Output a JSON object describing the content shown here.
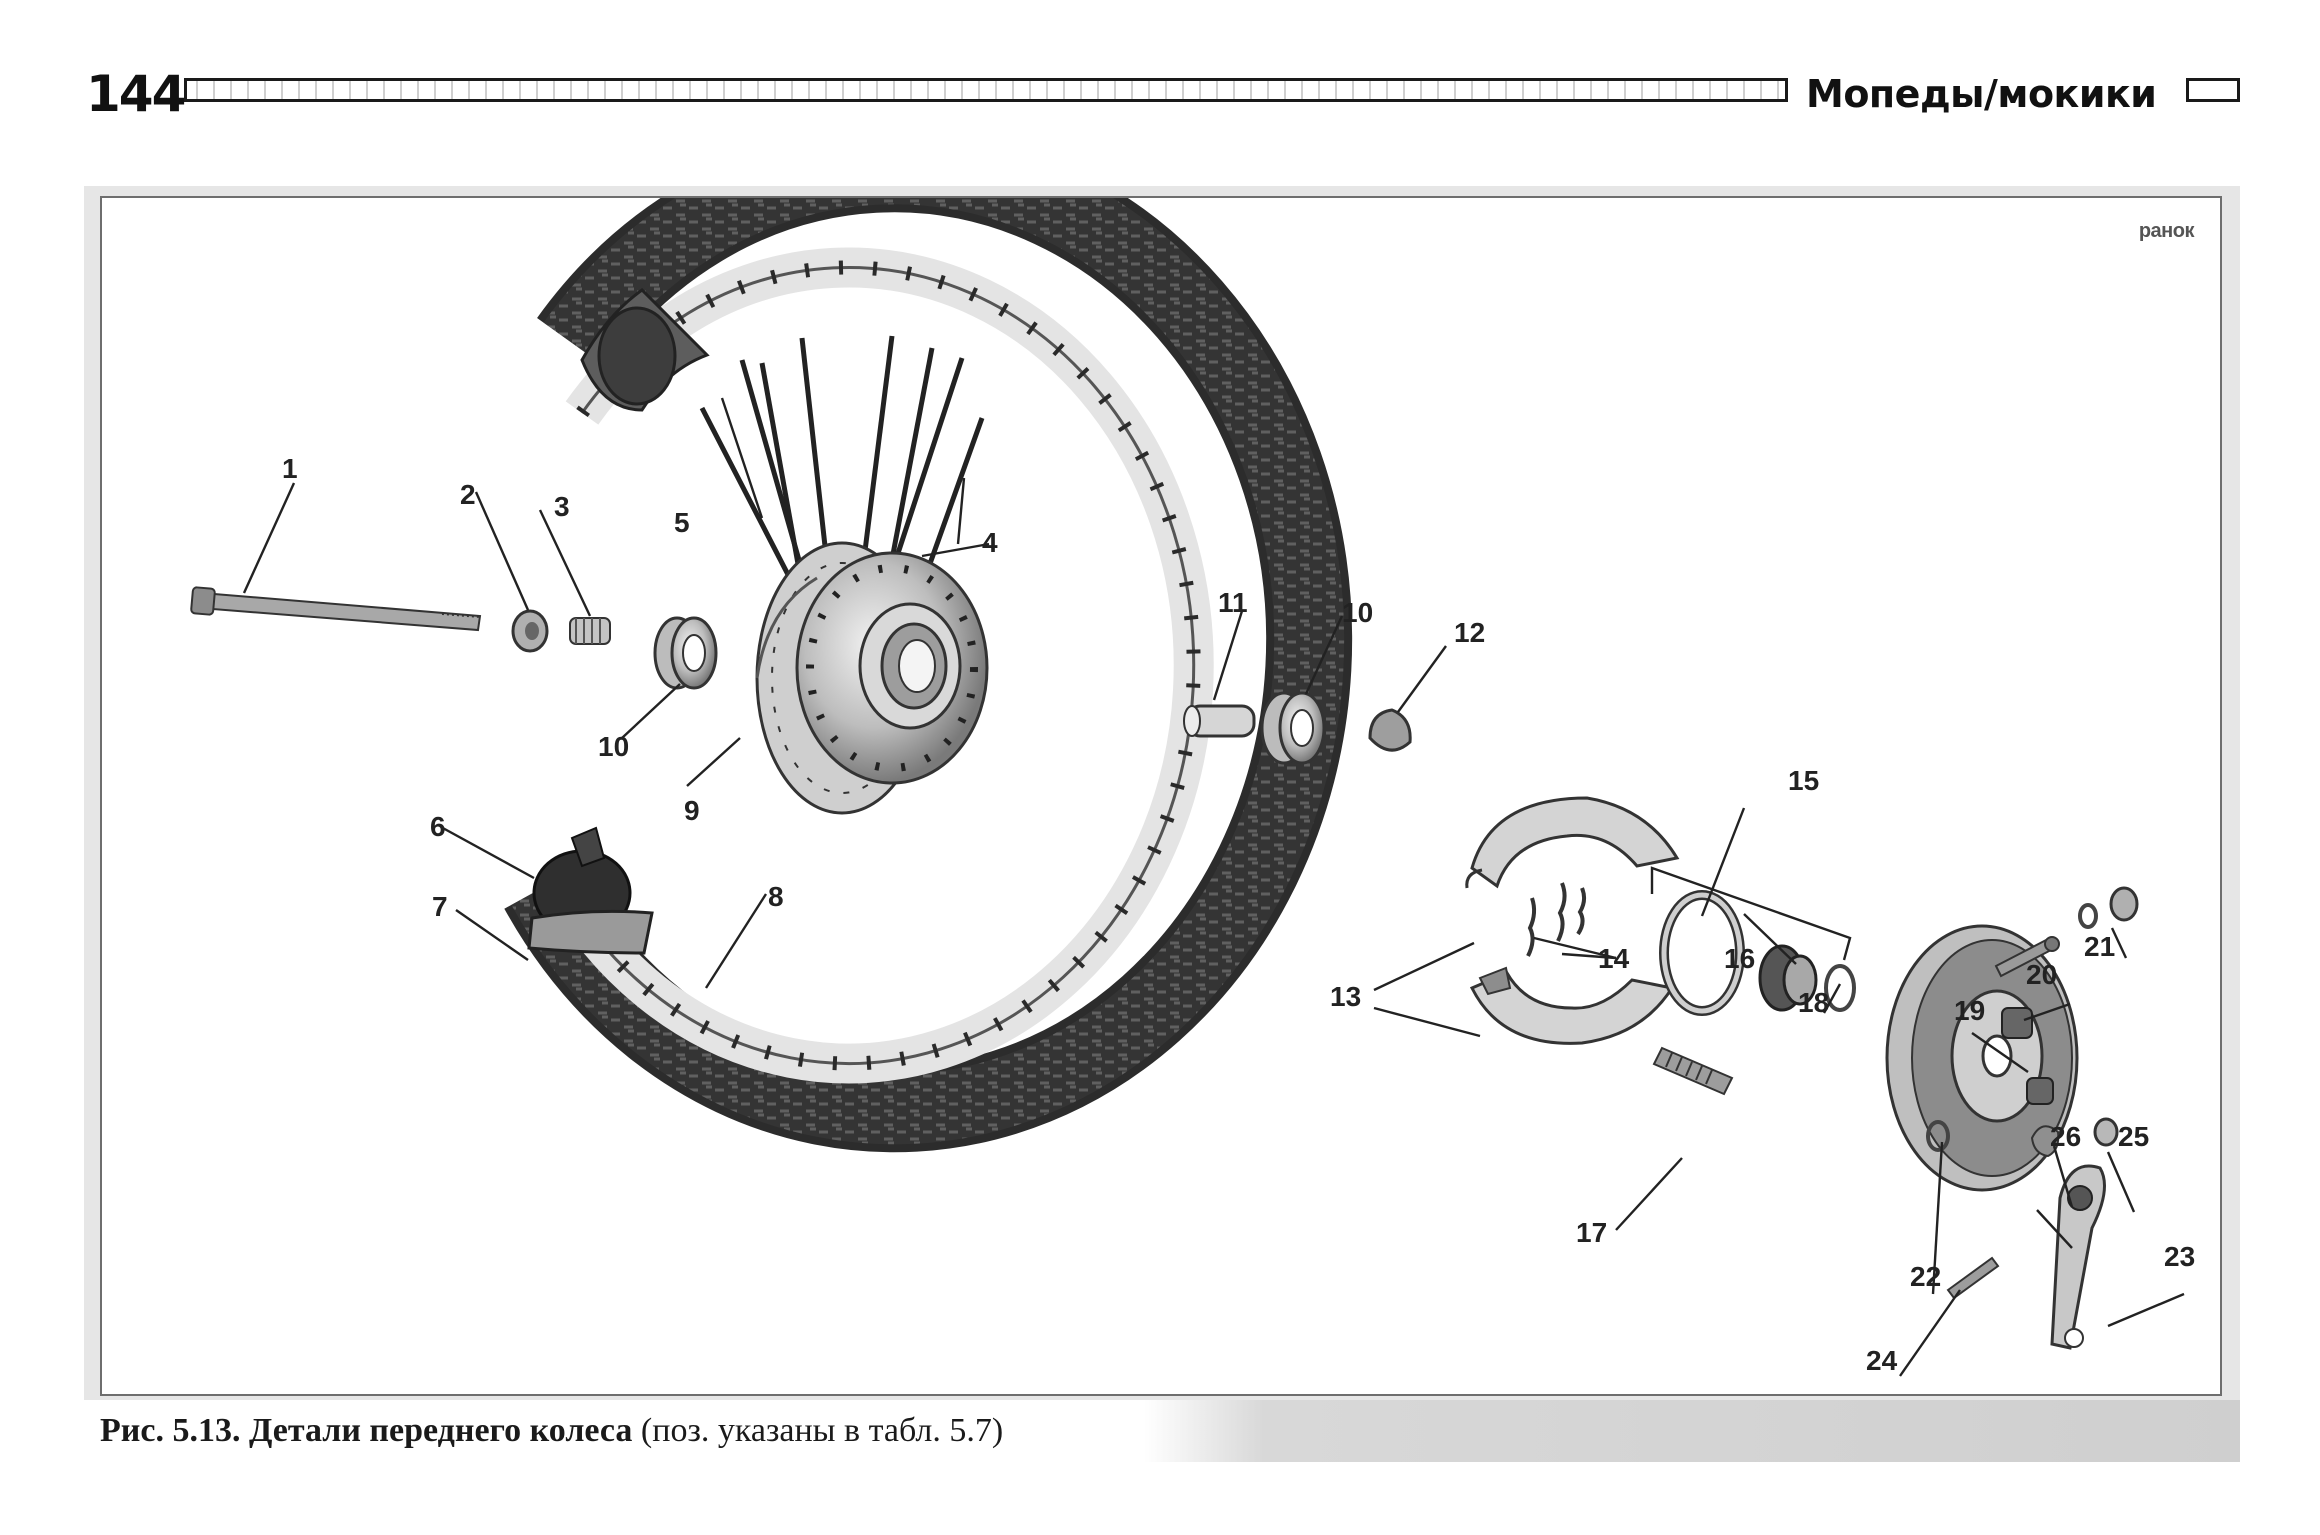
{
  "header": {
    "page_number": "144",
    "section_title": "Мопеды/мокики"
  },
  "figure": {
    "logo": "ранок",
    "callouts": [
      "1",
      "2",
      "3",
      "4",
      "5",
      "6",
      "7",
      "8",
      "9",
      "10",
      "10",
      "11",
      "12",
      "13",
      "14",
      "15",
      "16",
      "17",
      "18",
      "19",
      "20",
      "21",
      "22",
      "23",
      "24",
      "25",
      "26"
    ],
    "caption_label": "Рис. 5.13. Детали переднего колеса",
    "caption_note": "(поз. указаны в табл. 5.7)"
  }
}
